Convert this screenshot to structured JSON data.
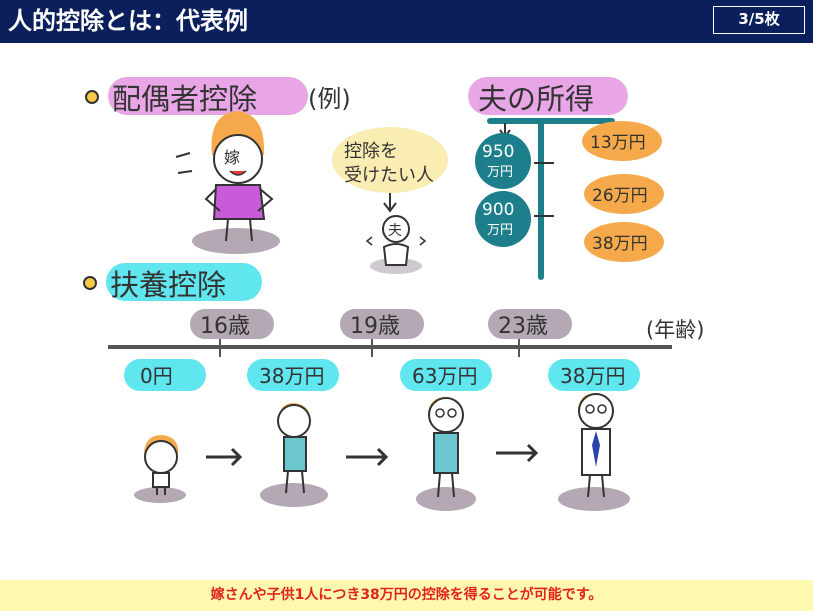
{
  "header": {
    "title": "人的控除とは：代表例",
    "page_indicator": "3/5枚"
  },
  "spouse": {
    "heading": "配偶者控除",
    "example": "(例)",
    "wife_label": "嫁",
    "bubble": [
      "控除を",
      "受けたい人"
    ],
    "husband_label": "夫"
  },
  "husband_income": {
    "heading": "夫の所得",
    "incomes": [
      {
        "line1": "950",
        "line2": "万円"
      },
      {
        "line1": "900",
        "line2": "万円"
      }
    ],
    "deductions": [
      "13万円",
      "26万円",
      "38万円"
    ]
  },
  "dependent": {
    "heading": "扶養控除",
    "axis_label": "(年齢)",
    "ages": [
      "16歳",
      "19歳",
      "23歳"
    ],
    "amounts": [
      "0円",
      "38万円",
      "63万円",
      "38万円"
    ]
  },
  "footer": {
    "caption": "嫁さんや子供1人につき38万円の控除を得ることが可能です。"
  },
  "colors": {
    "header": "#0b1f5c",
    "pink": "#e9a6e6",
    "cyan": "#5fe6ee",
    "orange": "#f5a94a",
    "teal": "#1d7e8c",
    "gray": "#b3a8b3"
  }
}
